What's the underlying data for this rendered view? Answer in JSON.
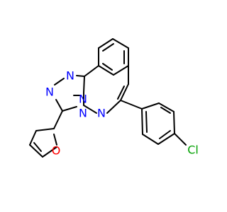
{
  "molecule": {
    "atoms": [
      {
        "id": "N1",
        "label": "N",
        "color": "#0000ff"
      },
      {
        "id": "N2",
        "label": "N",
        "color": "#0000ff"
      },
      {
        "id": "N3",
        "label": "N",
        "color": "#0000ff"
      },
      {
        "id": "N4",
        "label": "N",
        "color": "#0000ff"
      },
      {
        "id": "N5",
        "label": "N",
        "color": "#0000ff"
      },
      {
        "id": "O1",
        "label": "O",
        "color": "#ff0000"
      },
      {
        "id": "Cl1",
        "label": "Cl",
        "color": "#00a000"
      }
    ],
    "bond_color": "#000000"
  }
}
